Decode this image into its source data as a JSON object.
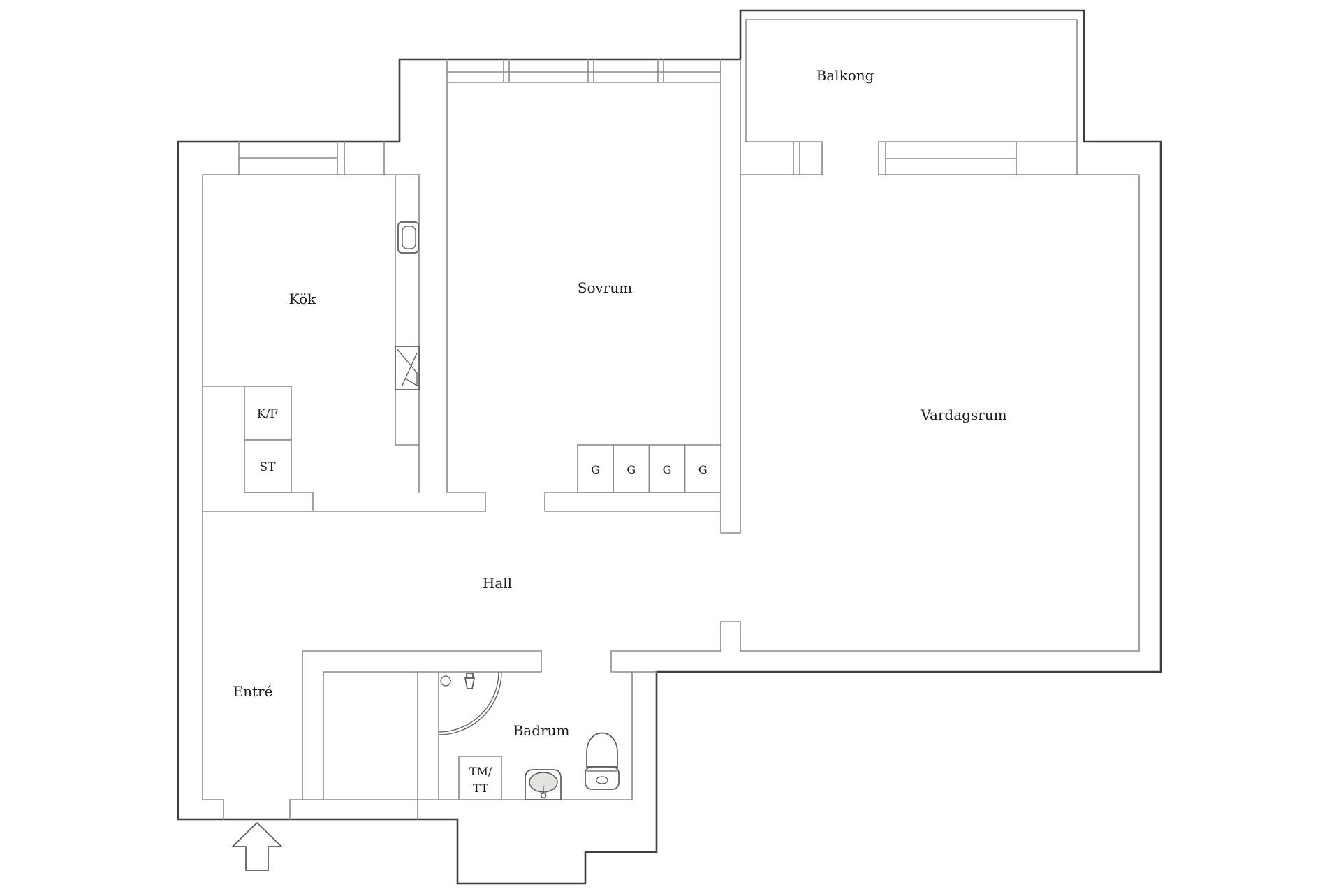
{
  "plan": {
    "type": "apartment-floor-plan",
    "rooms": {
      "kok": {
        "label": "Kök"
      },
      "sovrum": {
        "label": "Sovrum"
      },
      "vardagsrum": {
        "label": "Vardagsrum"
      },
      "balkong": {
        "label": "Balkong"
      },
      "hall": {
        "label": "Hall"
      },
      "entre": {
        "label": "Entré"
      },
      "badrum": {
        "label": "Badrum"
      }
    },
    "fixtures": {
      "fridge_freezer": {
        "label": "K/F"
      },
      "pantry": {
        "label": "ST"
      },
      "wardrobes": {
        "labels": [
          "G",
          "G",
          "G",
          "G"
        ]
      },
      "washer_dryer": {
        "label_line1": "TM/",
        "label_line2": "TT"
      }
    },
    "icons": [
      "entry-arrow-icon",
      "shower-icon",
      "toilet-icon",
      "sink-icon",
      "stove-icon",
      "kitchen-sink-icon",
      "floor-drain-icon"
    ]
  },
  "colors": {
    "background": "#ffffff",
    "wall_outer": "#3f3f3f",
    "wall_inner": "#8c8c8c",
    "fixture": "#5a5a5a",
    "basin_fill": "#e3e3e0",
    "text": "#1b1b1b"
  }
}
